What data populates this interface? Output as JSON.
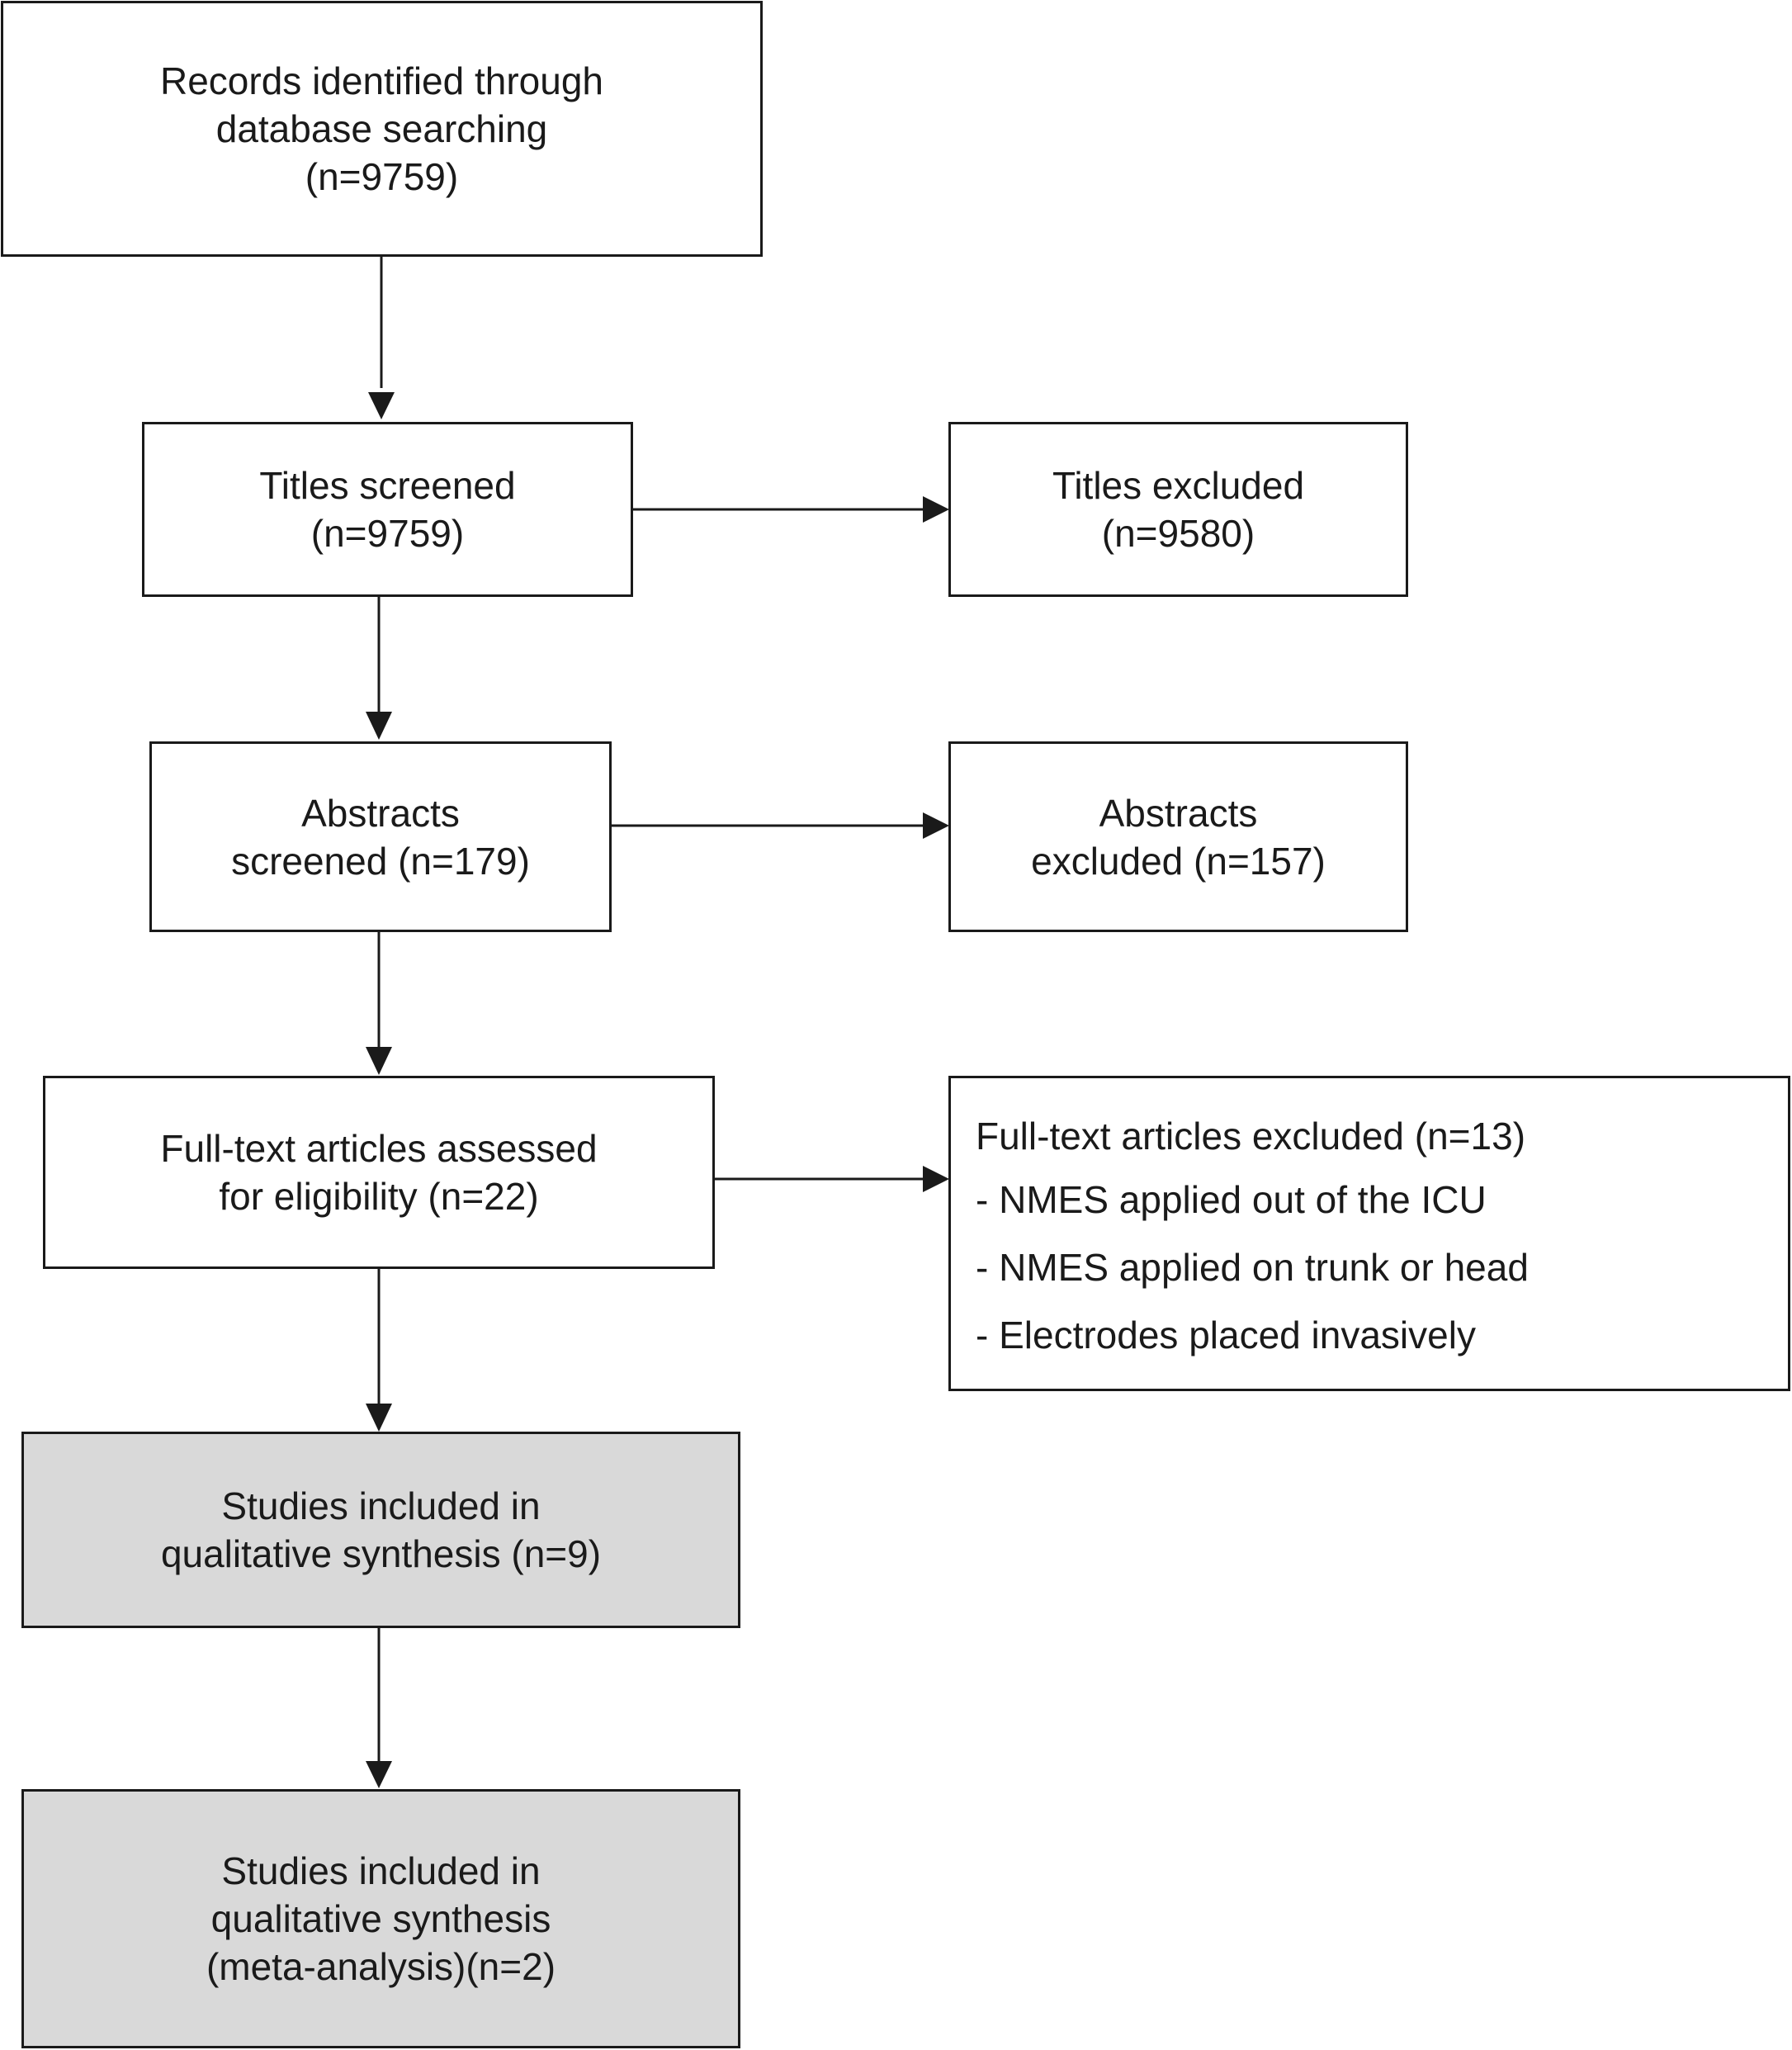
{
  "records_box": {
    "lines": [
      "Records identified through",
      "database searching",
      "(n=9759)"
    ]
  },
  "titles_screened_box": {
    "lines": [
      "Titles screened",
      "(n=9759)"
    ]
  },
  "titles_excluded_box": {
    "lines": [
      "Titles excluded",
      "(n=9580)"
    ]
  },
  "abstracts_screened_box": {
    "lines": [
      "Abstracts",
      "screened (n=179)"
    ]
  },
  "abstracts_excluded_box": {
    "lines": [
      "Abstracts",
      "excluded (n=157)"
    ]
  },
  "fulltext_assessed_box": {
    "lines": [
      "Full-text articles assessed",
      "for eligibility (n=22)"
    ]
  },
  "fulltext_excluded_box": {
    "heading": "Full-text articles excluded (n=13)",
    "reasons": [
      "- NMES applied out of the ICU",
      "- NMES applied on trunk or head",
      "- Electrodes placed invasively"
    ]
  },
  "qualitative_box": {
    "lines": [
      "Studies included in",
      "qualitative synthesis (n=9)"
    ]
  },
  "meta_analysis_box": {
    "lines": [
      "Studies included in",
      "qualitative synthesis",
      "(meta-analysis)(n=2)"
    ]
  }
}
